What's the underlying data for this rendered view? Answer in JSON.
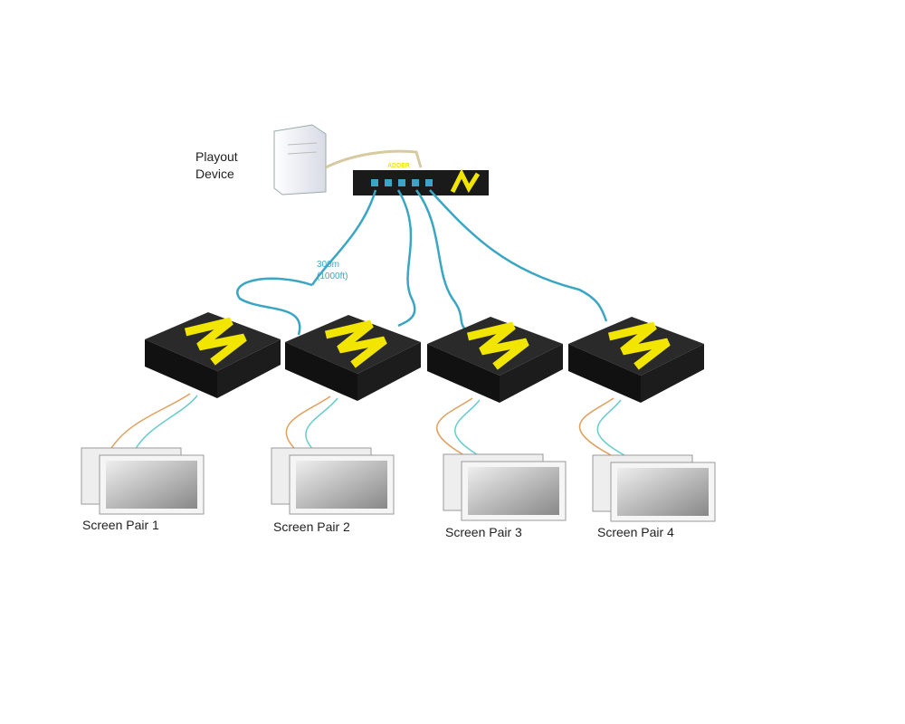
{
  "playout_label_line1": "Playout",
  "playout_label_line2": "Device",
  "switch_brand": "ADDER",
  "cable_length": "300m",
  "cable_length_ft": "(1000ft)",
  "screen_pairs": [
    "Screen Pair 1",
    "Screen Pair 2",
    "Screen Pair 3",
    "Screen Pair 4"
  ],
  "colors": {
    "cable": "#3aa6c4",
    "accent": "#f2e600",
    "device": "#1a1a1a"
  }
}
